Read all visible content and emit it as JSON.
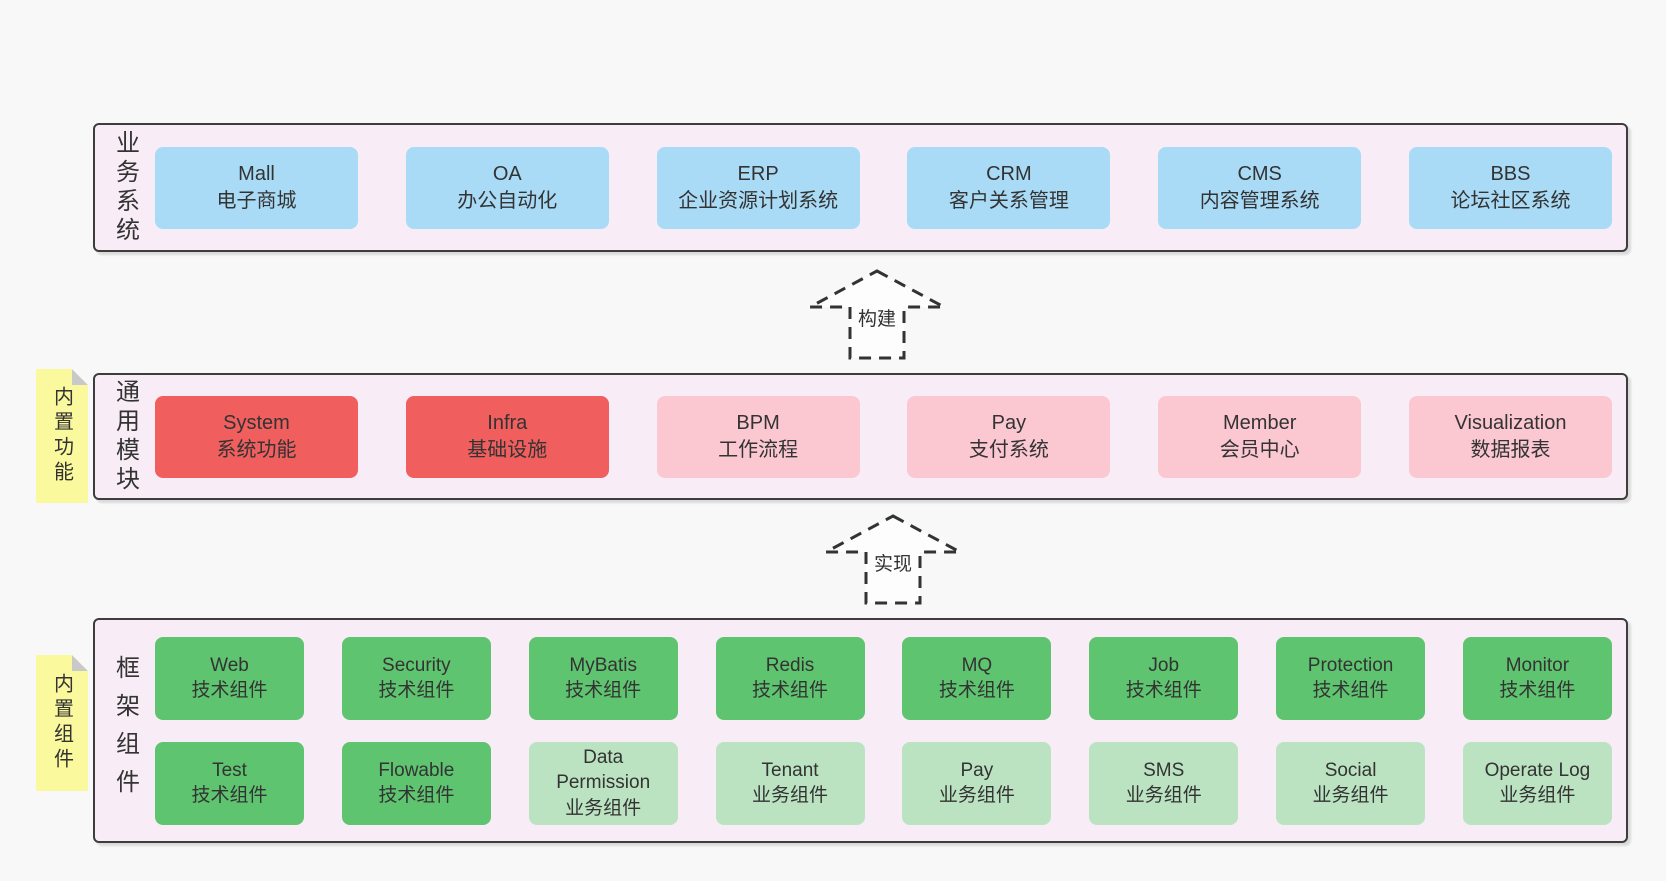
{
  "bands": {
    "business": {
      "label": "业务系统",
      "boxes": [
        {
          "title": "Mall",
          "subtitle": "电子商城"
        },
        {
          "title": "OA",
          "subtitle": "办公自动化"
        },
        {
          "title": "ERP",
          "subtitle": "企业资源计划系统"
        },
        {
          "title": "CRM",
          "subtitle": "客户关系管理"
        },
        {
          "title": "CMS",
          "subtitle": "内容管理系统"
        },
        {
          "title": "BBS",
          "subtitle": "论坛社区系统"
        }
      ]
    },
    "modules": {
      "label": "通用模块",
      "sticky": "内置功能",
      "boxes": [
        {
          "title": "System",
          "subtitle": "系统功能"
        },
        {
          "title": "Infra",
          "subtitle": "基础设施"
        },
        {
          "title": "BPM",
          "subtitle": "工作流程"
        },
        {
          "title": "Pay",
          "subtitle": "支付系统"
        },
        {
          "title": "Member",
          "subtitle": "会员中心"
        },
        {
          "title": "Visualization",
          "subtitle": "数据报表"
        }
      ]
    },
    "framework": {
      "label": "框架组件",
      "sticky": "内置组件",
      "row1": [
        {
          "title": "Web",
          "subtitle": "技术组件"
        },
        {
          "title": "Security",
          "subtitle": "技术组件"
        },
        {
          "title": "MyBatis",
          "subtitle": "技术组件"
        },
        {
          "title": "Redis",
          "subtitle": "技术组件"
        },
        {
          "title": "MQ",
          "subtitle": "技术组件"
        },
        {
          "title": "Job",
          "subtitle": "技术组件"
        },
        {
          "title": "Protection",
          "subtitle": "技术组件"
        },
        {
          "title": "Monitor",
          "subtitle": "技术组件"
        }
      ],
      "row2": [
        {
          "title": "Test",
          "subtitle": "技术组件"
        },
        {
          "title": "Flowable",
          "subtitle": "技术组件"
        },
        {
          "title": "Data Permission",
          "subtitle": "业务组件"
        },
        {
          "title": "Tenant",
          "subtitle": "业务组件"
        },
        {
          "title": "Pay",
          "subtitle": "业务组件"
        },
        {
          "title": "SMS",
          "subtitle": "业务组件"
        },
        {
          "title": "Social",
          "subtitle": "业务组件"
        },
        {
          "title": "Operate Log",
          "subtitle": "业务组件"
        }
      ]
    }
  },
  "arrows": {
    "build": "构建",
    "implement": "实现"
  },
  "colors": {
    "page_bg": "#f8f8f8",
    "band_bg": "#f8edf6",
    "band_border": "#3d3d3d",
    "blue_box": "#a9dbf6",
    "red_box": "#f05e5e",
    "pink_box": "#fbc8d2",
    "green_box": "#5fc470",
    "light_green_box": "#bbe3c2",
    "sticky_bg": "#fbf99e",
    "text": "#333333"
  }
}
